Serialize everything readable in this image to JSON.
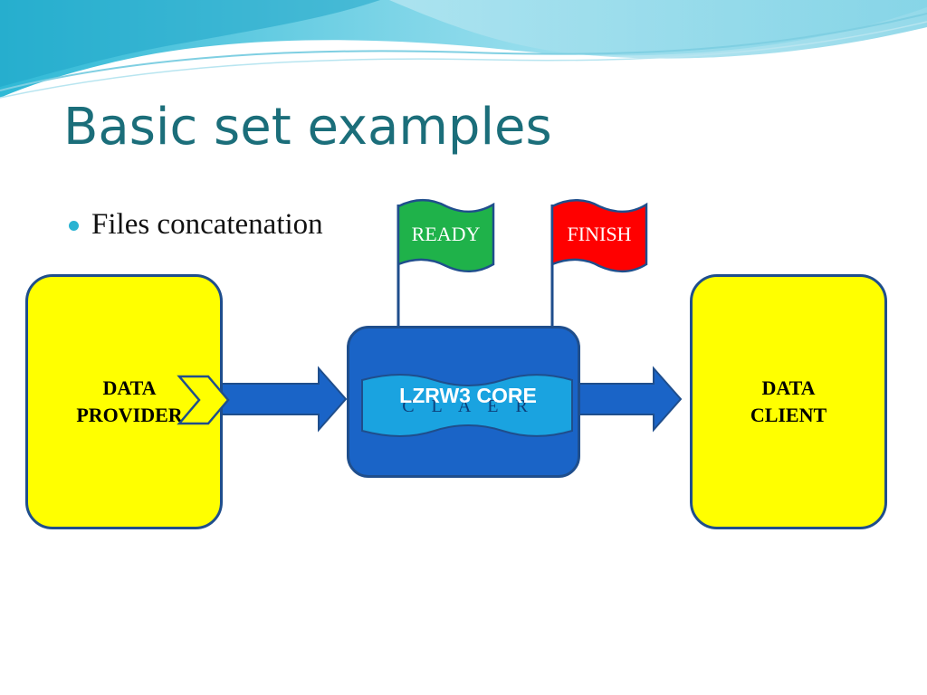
{
  "slide": {
    "title": "Basic set examples",
    "bullet": "Files concatenation"
  },
  "diagram": {
    "provider_label": "DATA\nPROVIDER",
    "client_label": "DATA\nCLIENT",
    "core_label": "LZRW3 CORE",
    "core_sublabel": "C L A E R",
    "flags": {
      "ready": "READY",
      "finish": "FINISH"
    }
  },
  "colors": {
    "title": "#1b6e7a",
    "box_fill": "#ffff00",
    "core_fill": "#1a64c7",
    "banner_fill": "#1aa3e0",
    "ready_flag": "#1fb24a",
    "finish_flag": "#ff0000",
    "arrow": "#1a64c7",
    "outline": "#1f4e8c"
  }
}
